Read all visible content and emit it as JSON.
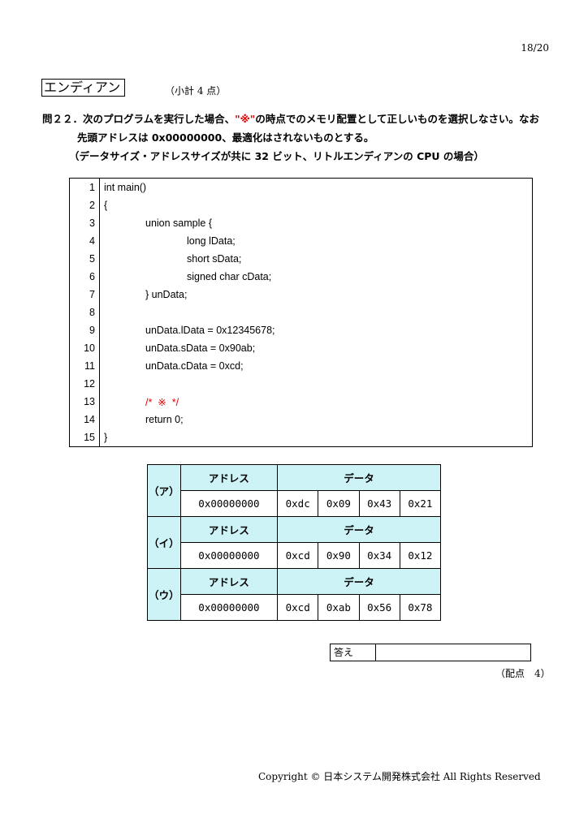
{
  "page_number": "18/20",
  "section_title": "エンディアン",
  "subtotal": "（小計 4 点）",
  "question": {
    "line1_a": "問２２．次のプログラムを実行した場合、",
    "line1_mark": "\"※\"",
    "line1_b": "の時点でのメモリ配置として正しいものを選択しなさい。なお",
    "line2": "先頭アドレスは 0x00000000、最適化はされないものとする。",
    "line3": "（データサイズ・アドレスサイズが共に 32 ビット、リトルエンディアンの CPU の場合）"
  },
  "code": [
    {
      "n": "1",
      "text": "int main()"
    },
    {
      "n": "2",
      "text": "{"
    },
    {
      "n": "3",
      "text": "union sample {"
    },
    {
      "n": "4",
      "text": "long lData;"
    },
    {
      "n": "5",
      "text": "short sData;"
    },
    {
      "n": "6",
      "text": "signed char cData;"
    },
    {
      "n": "7",
      "text": "} unData;"
    },
    {
      "n": "8",
      "text": ""
    },
    {
      "n": "9",
      "text": "unData.lData = 0x12345678;"
    },
    {
      "n": "10",
      "text": "unData.sData = 0x90ab;"
    },
    {
      "n": "11",
      "text": "unData.cData = 0xcd;"
    },
    {
      "n": "12",
      "text": ""
    },
    {
      "n": "13",
      "text": "/*  ※  */"
    },
    {
      "n": "14",
      "text": "return 0;"
    },
    {
      "n": "15",
      "text": "}"
    }
  ],
  "options_header": {
    "address": "アドレス",
    "data": "データ"
  },
  "options": [
    {
      "label": "（ア）",
      "address": "0x00000000",
      "bytes": [
        "0xdc",
        "0x09",
        "0x43",
        "0x21"
      ]
    },
    {
      "label": "（イ）",
      "address": "0x00000000",
      "bytes": [
        "0xcd",
        "0x90",
        "0x34",
        "0x12"
      ]
    },
    {
      "label": "（ウ）",
      "address": "0x00000000",
      "bytes": [
        "0xcd",
        "0xab",
        "0x56",
        "0x78"
      ]
    }
  ],
  "answer_label": "答え",
  "answer_value": "",
  "points": "（配点　4）",
  "copyright": "Copyright © 日本システム開発株式会社 All Rights Reserved",
  "colors": {
    "highlight": "#e00000",
    "table_header_bg": "#cdf3f7"
  }
}
